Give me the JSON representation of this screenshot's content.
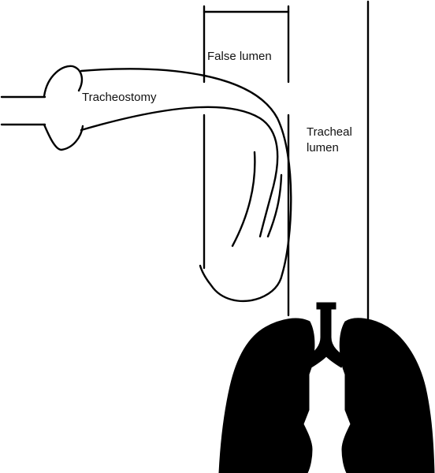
{
  "labels": {
    "false_lumen": "False lumen",
    "tracheostomy": "Tracheostomy",
    "tracheal_lumen_line1": "Tracheal",
    "tracheal_lumen_line2": "lumen"
  },
  "colors": {
    "stroke": "#000000",
    "lung_fill": "#000000",
    "background": "#ffffff"
  }
}
